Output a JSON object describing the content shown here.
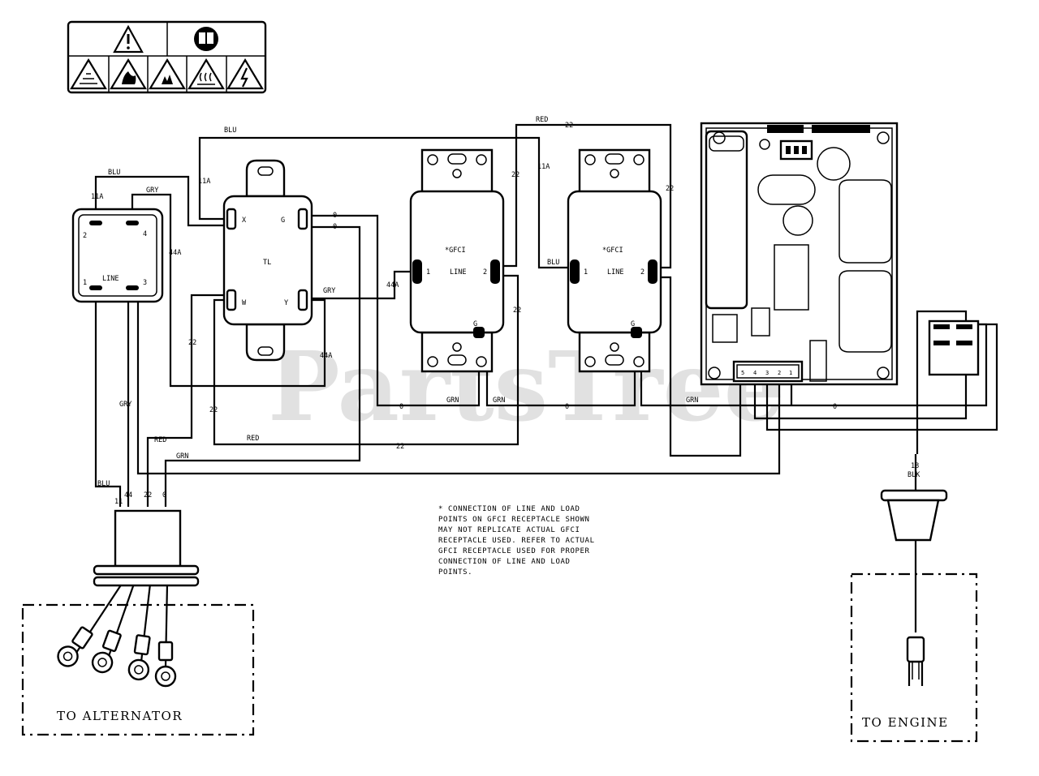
{
  "watermark": "PartsTree",
  "warning_label": {
    "icons": [
      "warning-triangle-icon",
      "read-manual-icon",
      "toxic-fumes-icon",
      "fire-hazard-icon",
      "explosion-hazard-icon",
      "hot-surface-icon",
      "electric-shock-icon"
    ]
  },
  "transformer": {
    "label": "TL",
    "terminals": [
      "X",
      "G",
      "W",
      "Y"
    ]
  },
  "switch_block": {
    "line_label": "LINE",
    "terminals": [
      "2",
      "4",
      "1",
      "3"
    ]
  },
  "gfci_1": {
    "title": "*GFCI",
    "line": "LINE",
    "t1": "1",
    "t2": "2",
    "ground": "G"
  },
  "gfci_2": {
    "title": "*GFCI",
    "line": "LINE",
    "t1": "1",
    "t2": "2",
    "ground": "G"
  },
  "control_board": {
    "connector_pins": [
      "5",
      "4",
      "3",
      "2",
      "1"
    ]
  },
  "wire_labels": {
    "blu": "BLU",
    "gry": "GRY",
    "red": "RED",
    "grn": "GRN",
    "w11a": "11A",
    "w44a": "44A",
    "w22": "22",
    "w0": "0",
    "w11": "11",
    "w44": "44",
    "w18": "18",
    "blk": "BLK"
  },
  "note_lines": [
    "* CONNECTION OF LINE AND LOAD",
    "POINTS  ON GFCI  RECEPTACLE SHOWN",
    "MAY NOT REPLICATE ACTUAL GFCI",
    "RECEPTACLE USED.  REFER TO ACTUAL",
    "GFCI RECEPTACLE USED FOR PROPER",
    "CONNECTION OF LINE AND LOAD",
    "POINTS."
  ],
  "to_alternator": "TO ALTERNATOR",
  "to_engine": "TO ENGINE"
}
